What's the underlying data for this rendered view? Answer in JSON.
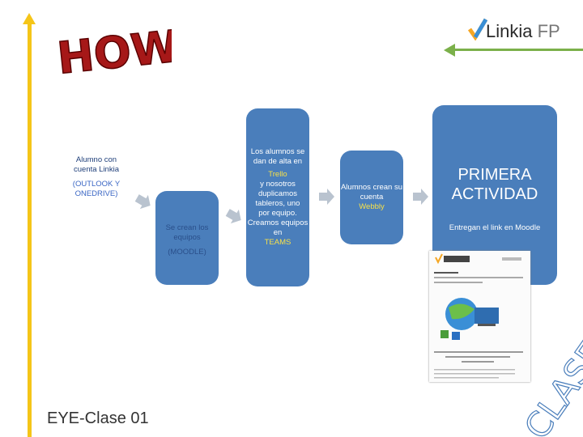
{
  "logo": {
    "brand": "Linkia",
    "suffix": "FP"
  },
  "how_graphic": {
    "text": "HOW?"
  },
  "steps": [
    {
      "lines": [
        "Alumno con cuenta Linkia"
      ],
      "highlight": "(OUTLOOK Y ONEDRIVE)"
    },
    {
      "lines": [
        "Se crean los equipos"
      ],
      "highlight": "(MOODLE)"
    },
    {
      "lines": [
        "Los alumnos se dan de alta en"
      ],
      "highlight": "Trello",
      "after": "y nosotros duplicamos tableros, uno por equipo.",
      "lines2": [
        "Creamos equipos en"
      ],
      "highlight2": "TEAMS"
    },
    {
      "lines": [
        "Alumnos crean su cuenta"
      ],
      "highlight": "Webbly"
    },
    {
      "title": "PRIMERA ACTIVIDAD",
      "subtitle": "Entregan el link en Moodle"
    }
  ],
  "footer": {
    "label": "EYE-Clase 01"
  },
  "watermark": {
    "text": "CLASE"
  },
  "colors": {
    "box": "#4a7ebb",
    "axis": "#f5c518",
    "line": "#7bb04a",
    "highlight": "#f6e04a"
  }
}
